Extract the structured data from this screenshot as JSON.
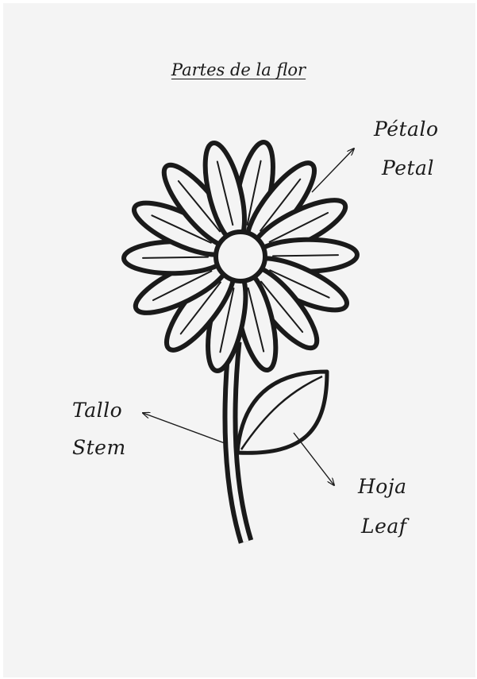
{
  "title": "Partes de la flor",
  "labels": {
    "petal": {
      "es": "Pétalo",
      "en": "Petal"
    },
    "stem": {
      "es": "Tallo",
      "en": "Stem"
    },
    "leaf": {
      "es": "Hoja",
      "en": "Leaf"
    }
  },
  "colors": {
    "ink": "#1a1a1a",
    "petal_fill": "#f4f4f4",
    "background": "#f4f4f4"
  }
}
